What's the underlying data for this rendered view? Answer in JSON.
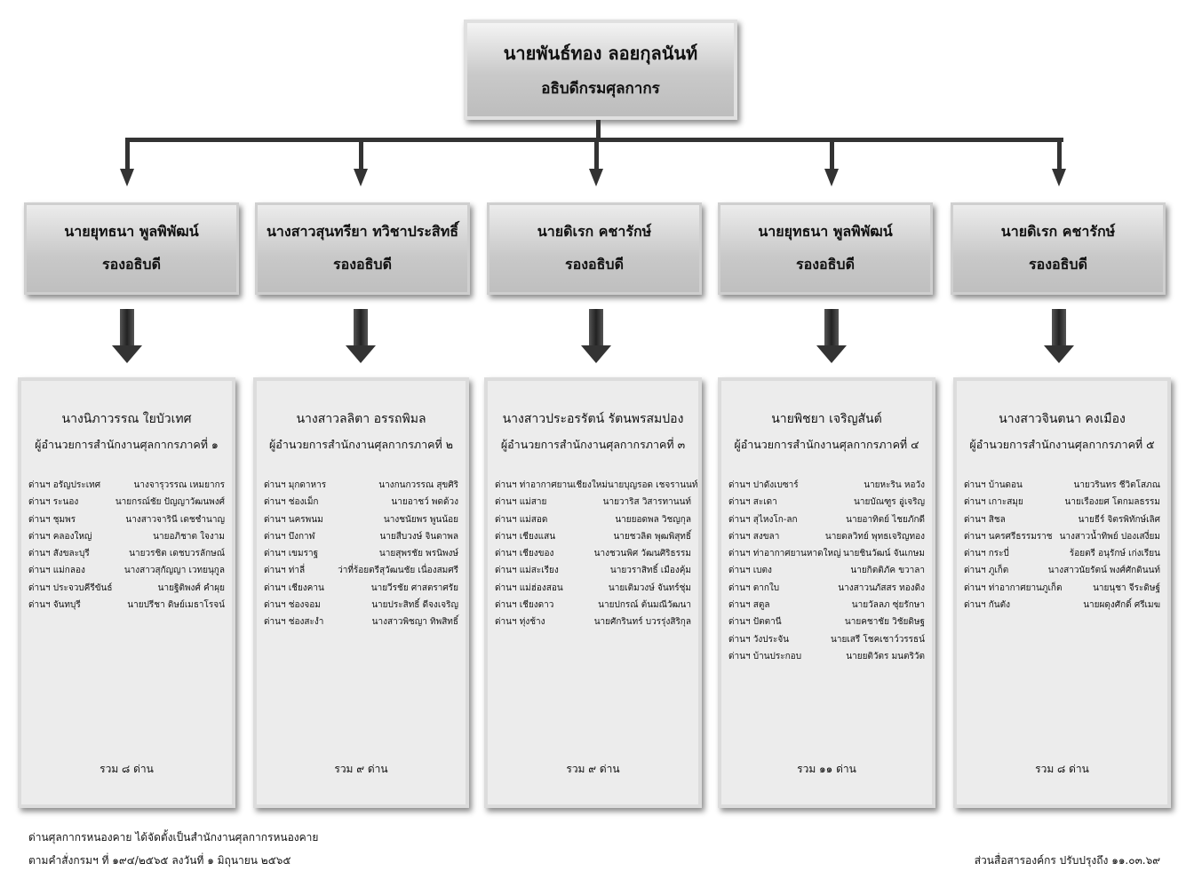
{
  "director": {
    "name": "นายพันธ์ทอง  ลอยกุลนันท์",
    "title": "อธิบดีกรมศุลกากร"
  },
  "deputies": [
    {
      "name": "นายยุทธนา  พูลพิพัฒน์",
      "title": "รองอธิบดี"
    },
    {
      "name": "นางสาวสุนทรียา  ทวิชาประสิทธิ์",
      "title": "รองอธิบดี"
    },
    {
      "name": "นายดิเรก  คชารักษ์",
      "title": "รองอธิบดี"
    },
    {
      "name": "นายยุทธนา  พูลพิพัฒน์",
      "title": "รองอธิบดี"
    },
    {
      "name": "นายดิเรก  คชารักษ์",
      "title": "รองอธิบดี"
    }
  ],
  "regions": [
    {
      "name": "นางนิภาวรรณ  ใยบัวเทศ",
      "title": "ผู้อำนวยการสำนักงานศุลกากรภาคที่ ๑",
      "total": "รวม ๘ ด่าน",
      "offices": [
        [
          "ด่านฯ อรัญประเทศ",
          "นางจารุวรรณ  เหมยากร"
        ],
        [
          "ด่านฯ ระนอง",
          "นายกรณ์ชัย  ปัญญาวัฒนพงศ์"
        ],
        [
          "ด่านฯ ชุมพร",
          "นางสาวจารินี  เดชชำนาญ"
        ],
        [
          "ด่านฯ คลองใหญ่",
          "นายอภิชาต  ใจงาม"
        ],
        [
          "ด่านฯ สังขละบุรี",
          "นายวรชิต  เดชบวรลักษณ์"
        ],
        [
          "ด่านฯ แม่กลอง",
          "นางสาวสุกัญญา  เวทยนุกูล"
        ],
        [
          "ด่านฯ ประจวบคีรีขันธ์",
          "นายฐิติพงศ์  คำผุย"
        ],
        [
          "ด่านฯ จันทบุรี",
          "นายปรีชา  ดิษย์เมธาโรจน์"
        ]
      ]
    },
    {
      "name": "นางสาวลลิตา   อรรถพิมล",
      "title": "ผู้อำนวยการสำนักงานศุลกากรภาคที่ ๒",
      "total": "รวม ๙ ด่าน",
      "offices": [
        [
          "ด่านฯ มุกดาหาร",
          "นางกนกวรรณ  สุขศิริ"
        ],
        [
          "ด่านฯ ช่องเม็ก",
          "นายอาชว์  พดด้วง"
        ],
        [
          "ด่านฯ นครพนม",
          "นางชนัยพร  พูนน้อย"
        ],
        [
          "ด่านฯ บึงกาฬ",
          "นายสืบวงษ์  จินดาพล"
        ],
        [
          "ด่านฯ เขมราฐ",
          "นายสุพรชัย  พรนิพงษ์"
        ],
        [
          "ด่านฯ ท่าลี่",
          "ว่าที่ร้อยตรีสุวัฒนชัย  เนื่องสมศรี"
        ],
        [
          "ด่านฯ เชียงคาน",
          "นายวีรชัย  ศาสตราศรัย"
        ],
        [
          "ด่านฯ ช่องจอม",
          "นายประสิทธิ์  ดีจงเจริญ"
        ],
        [
          "ด่านฯ ช่องสะงำ",
          "นางสาวพิชญา  ทิพสิทธิ์"
        ]
      ]
    },
    {
      "name": "นางสาวประอรรัตน์   รัตนพรสมปอง",
      "title": "ผู้อำนวยการสำนักงานศุลกากรภาคที่ ๓",
      "total": "รวม ๙ ด่าน",
      "offices": [
        [
          "ด่านฯ ท่าอากาศยานเชียงใหม่",
          "นายบุญรอด  เชจรานนท์"
        ],
        [
          "ด่านฯ แม่สาย",
          "นายวาริส  วิสารทานนท์"
        ],
        [
          "ด่านฯ แม่สอด",
          "นายยอดพล  วิชญกุล"
        ],
        [
          "ด่านฯ เชียงแสน",
          "นายชวลิต  พุฒพิสุทธิ์"
        ],
        [
          "ด่านฯ เชียงของ",
          "นางชวนพิศ  วัฒนศิริธรรม"
        ],
        [
          "ด่านฯ แม่สะเรียง",
          "นายวราสิทธิ์  เมืองคุ้ม"
        ],
        [
          "ด่านฯ แม่ฮ่องสอน",
          "นายเติมวงษ์  จันทร์ชุ่ม"
        ],
        [
          "ด่านฯ เชียงดาว",
          "นายปกรณ์  ต้นมณีวัฒนา"
        ],
        [
          "ด่านฯ ทุ่งช้าง",
          "นายศักรินทร์  บวรรุ่งสิริกุล"
        ]
      ]
    },
    {
      "name": "นายพิชยา   เจริญสันต์",
      "title": "ผู้อำนวยการสำนักงานศุลกากรภาคที่ ๔",
      "total": "รวม ๑๑ ด่าน",
      "offices": [
        [
          "ด่านฯ ปาดังเบซาร์",
          "นายหะริน  หอวัง"
        ],
        [
          "ด่านฯ สะเดา",
          "นายบัณฑูร  อู่เจริญ"
        ],
        [
          "ด่านฯ สุไหงโก-ลก",
          "นายอาทิตย์  ไชยภักดี"
        ],
        [
          "ด่านฯ สงขลา",
          "นายดลวิทย์  พุทธเจริญทอง"
        ],
        [
          "ด่านฯ ท่าอากาศยานหาดใหญ่",
          "นายชินวัฒน์  จันเกษม"
        ],
        [
          "ด่านฯ เบตง",
          "นายกิตติภัค  ขวาลา"
        ],
        [
          "ด่านฯ ตากใบ",
          "นางสาวนภัสสร  ทองดิง"
        ],
        [
          "ด่านฯ สตูล",
          "นายวัลลภ  ซุ่ยรักษา"
        ],
        [
          "ด่านฯ ปัตตานี",
          "นายคชาชัย  วิชัยดิษฐ"
        ],
        [
          "ด่านฯ วังประจัน",
          "นายเสรี  โชคเชาว์วรรธน์"
        ],
        [
          "ด่านฯ บ้านประกอบ",
          "นายยติวัตร  มนตริวัต"
        ]
      ]
    },
    {
      "name": "นางสาวจินตนา   คงเมือง",
      "title": "ผู้อำนวยการสำนักงานศุลกากรภาคที่ ๕",
      "total": "รวม ๘ ด่าน",
      "offices": [
        [
          "ด่านฯ บ้านดอน",
          "นายวรินทร  ชีวิตโสภณ"
        ],
        [
          "ด่านฯ เกาะสมุย",
          "นายเรืองยศ  โตกมลธรรม"
        ],
        [
          "ด่านฯ สิชล",
          "นายธีร์  จิตรพิทักษ์เลิศ"
        ],
        [
          "ด่านฯ นครศรีธรรมราช",
          "นางสาวน้ำทิพย์ ปองเสงี่ยม"
        ],
        [
          "ด่านฯ กระบี่",
          "ร้อยตรี อนุรักษ์ เก่งเรียน"
        ],
        [
          "ด่านฯ ภูเก็ต",
          "นางสาวนัยรัตน์  พงศ์ศักดินนท์"
        ],
        [
          "ด่านฯ ท่าอากาศยานภูเก็ต",
          "นายนุชา  จีระดิษฐ์"
        ],
        [
          "ด่านฯ กันตัง",
          "นายผดุงศักดิ์  ศรีเมฆ"
        ]
      ]
    }
  ],
  "footer": {
    "note_line1": "ด่านศุลกากรหนองคาย  ได้จัดตั้งเป็นสำนักงานศุลกากรหนองคาย",
    "note_line2": "ตามคำสั่งกรมฯ ที่ ๑๙๔/๒๕๖๕ ลงวันที่ ๑ มิถุนายน ๒๕๖๕",
    "updated": "ส่วนสื่อสารองค์กร  ปรับปรุงถึง ๑๑.๐๓.๖๙"
  }
}
